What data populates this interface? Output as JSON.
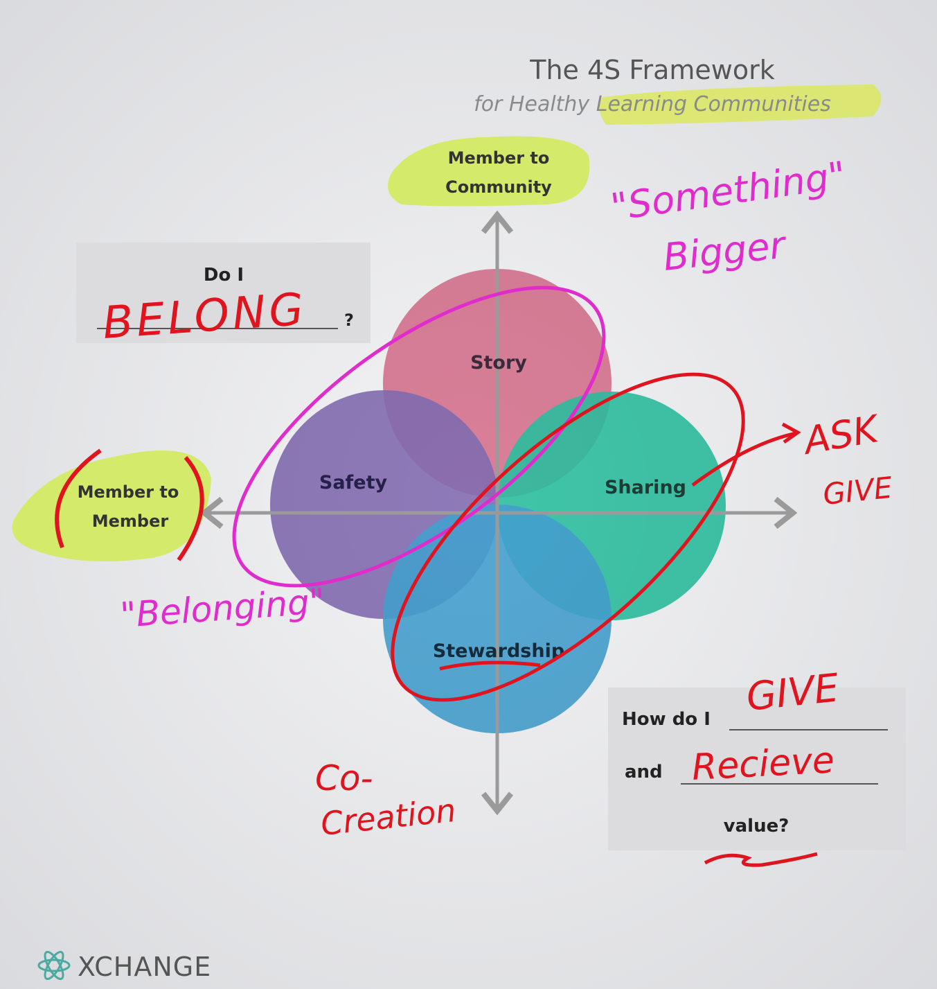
{
  "title": "The 4S Framework",
  "subtitle": "for Healthy Learning Communities",
  "axes": {
    "top": [
      "Member to",
      "Community"
    ],
    "left": [
      "Member to",
      "Member"
    ]
  },
  "quadrants": {
    "story": "Story",
    "safety": "Safety",
    "sharing": "Sharing",
    "stewardship": "Stewardship"
  },
  "belong_box": {
    "line1": "Do I",
    "question_mark": "?"
  },
  "value_box": {
    "line1": "How do I",
    "line2": "and",
    "line3": "value?"
  },
  "handwriting": {
    "belong": "BELONG",
    "something_bigger_1": "\"Something\"",
    "something_bigger_2": "Bigger",
    "belonging": "\"Belonging\"",
    "ask": "ASK",
    "give_right": "GIVE",
    "give_box": "GIVE",
    "receive": "Recieve",
    "co": "Co-",
    "creation": "Creation"
  },
  "logo": "XCHANGE",
  "colors": {
    "story": "#e27895",
    "safety": "#8a72b8",
    "sharing": "#2fcaa6",
    "stewardship": "#48a8d8",
    "highlight": "#d4ea6a",
    "ink_red": "#e0141e",
    "ink_magenta": "#e02ccc"
  }
}
